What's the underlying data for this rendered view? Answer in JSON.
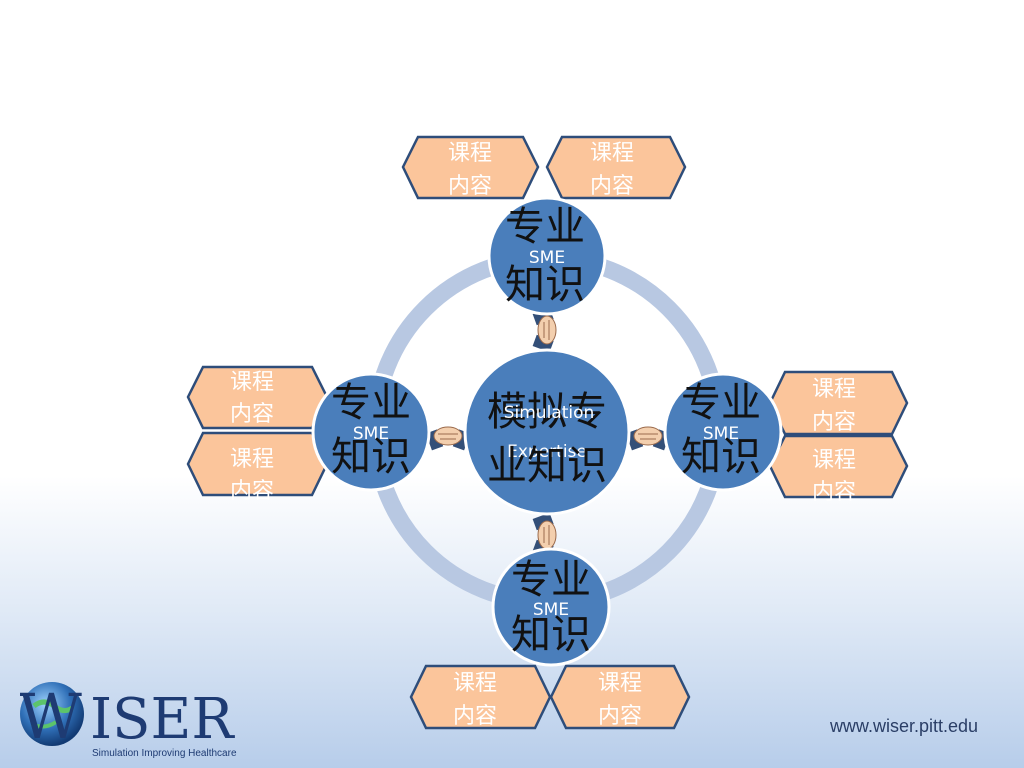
{
  "nodes": {
    "center": {
      "title": "模拟专业知识",
      "title_lines": [
        "模拟专",
        "业知识"
      ],
      "subtitle_lines": [
        "Simulation",
        "Expertise"
      ]
    },
    "top": {
      "title_lines": [
        "专业",
        "知识"
      ],
      "tag": "SME"
    },
    "left": {
      "title_lines": [
        "专业",
        "知识"
      ],
      "tag": "SME"
    },
    "right": {
      "title_lines": [
        "专业",
        "知识"
      ],
      "tag": "SME"
    },
    "bottom": {
      "title_lines": [
        "专业",
        "知识"
      ],
      "tag": "SME"
    }
  },
  "hex_label": {
    "line1": "课程",
    "line2": "内容"
  },
  "colors": {
    "circle": "#4a7ebb",
    "ring": "#b8c8e2",
    "hex_fill": "#fbc59b",
    "hex_stroke": "#2e4d7a"
  },
  "icons": {
    "connector": "handshake-icon"
  },
  "footer": {
    "logo": {
      "name": "WISER",
      "tagline": "Simulation Improving Healthcare"
    },
    "url": "www.wiser.pitt.edu"
  }
}
